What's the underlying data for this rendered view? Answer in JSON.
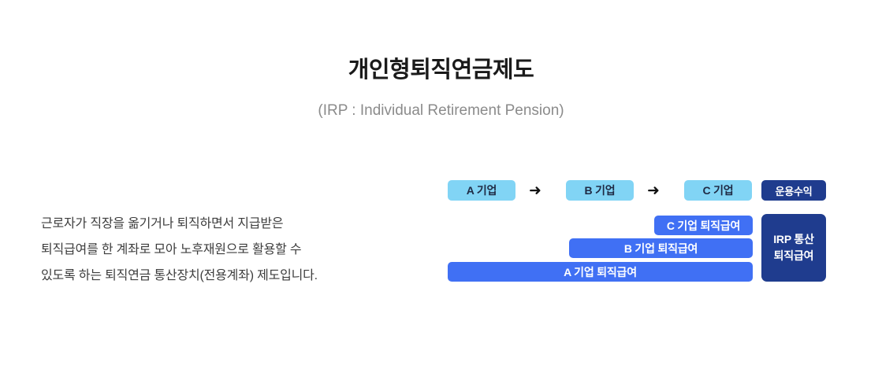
{
  "header": {
    "title": "개인형퇴직연금제도",
    "subtitle": "(IRP : Individual Retirement Pension)"
  },
  "description": {
    "lines": [
      "근로자가 직장을 옮기거나 퇴직하면서 지급받은",
      "퇴직급여를 한 계좌로 모아 노후재원으로 활용할 수",
      "있도록 하는 퇴직연금 통산장치(전용계좌) 제도입니다."
    ]
  },
  "diagram": {
    "employers": [
      {
        "label": "A 기업"
      },
      {
        "label": "B 기업"
      },
      {
        "label": "C 기업"
      }
    ],
    "arrows": [
      {
        "glyph": "➜"
      },
      {
        "glyph": "➜"
      }
    ],
    "investment_return": {
      "label": "운용수익"
    },
    "severance_bars": [
      {
        "label": "C 기업 퇴직급여"
      },
      {
        "label": "B 기업 퇴직급여"
      },
      {
        "label": "A 기업 퇴직급여"
      }
    ],
    "irp_total": {
      "line1": "IRP 통산",
      "line2": "퇴직급여"
    }
  },
  "colors": {
    "chip_light_blue": "#81d4f5",
    "bar_blue": "#4070f4",
    "navy": "#1f3c8e",
    "title_text": "#1a1a1a",
    "subtitle_text": "#8b8b8b",
    "body_text": "#3d3d3d"
  }
}
